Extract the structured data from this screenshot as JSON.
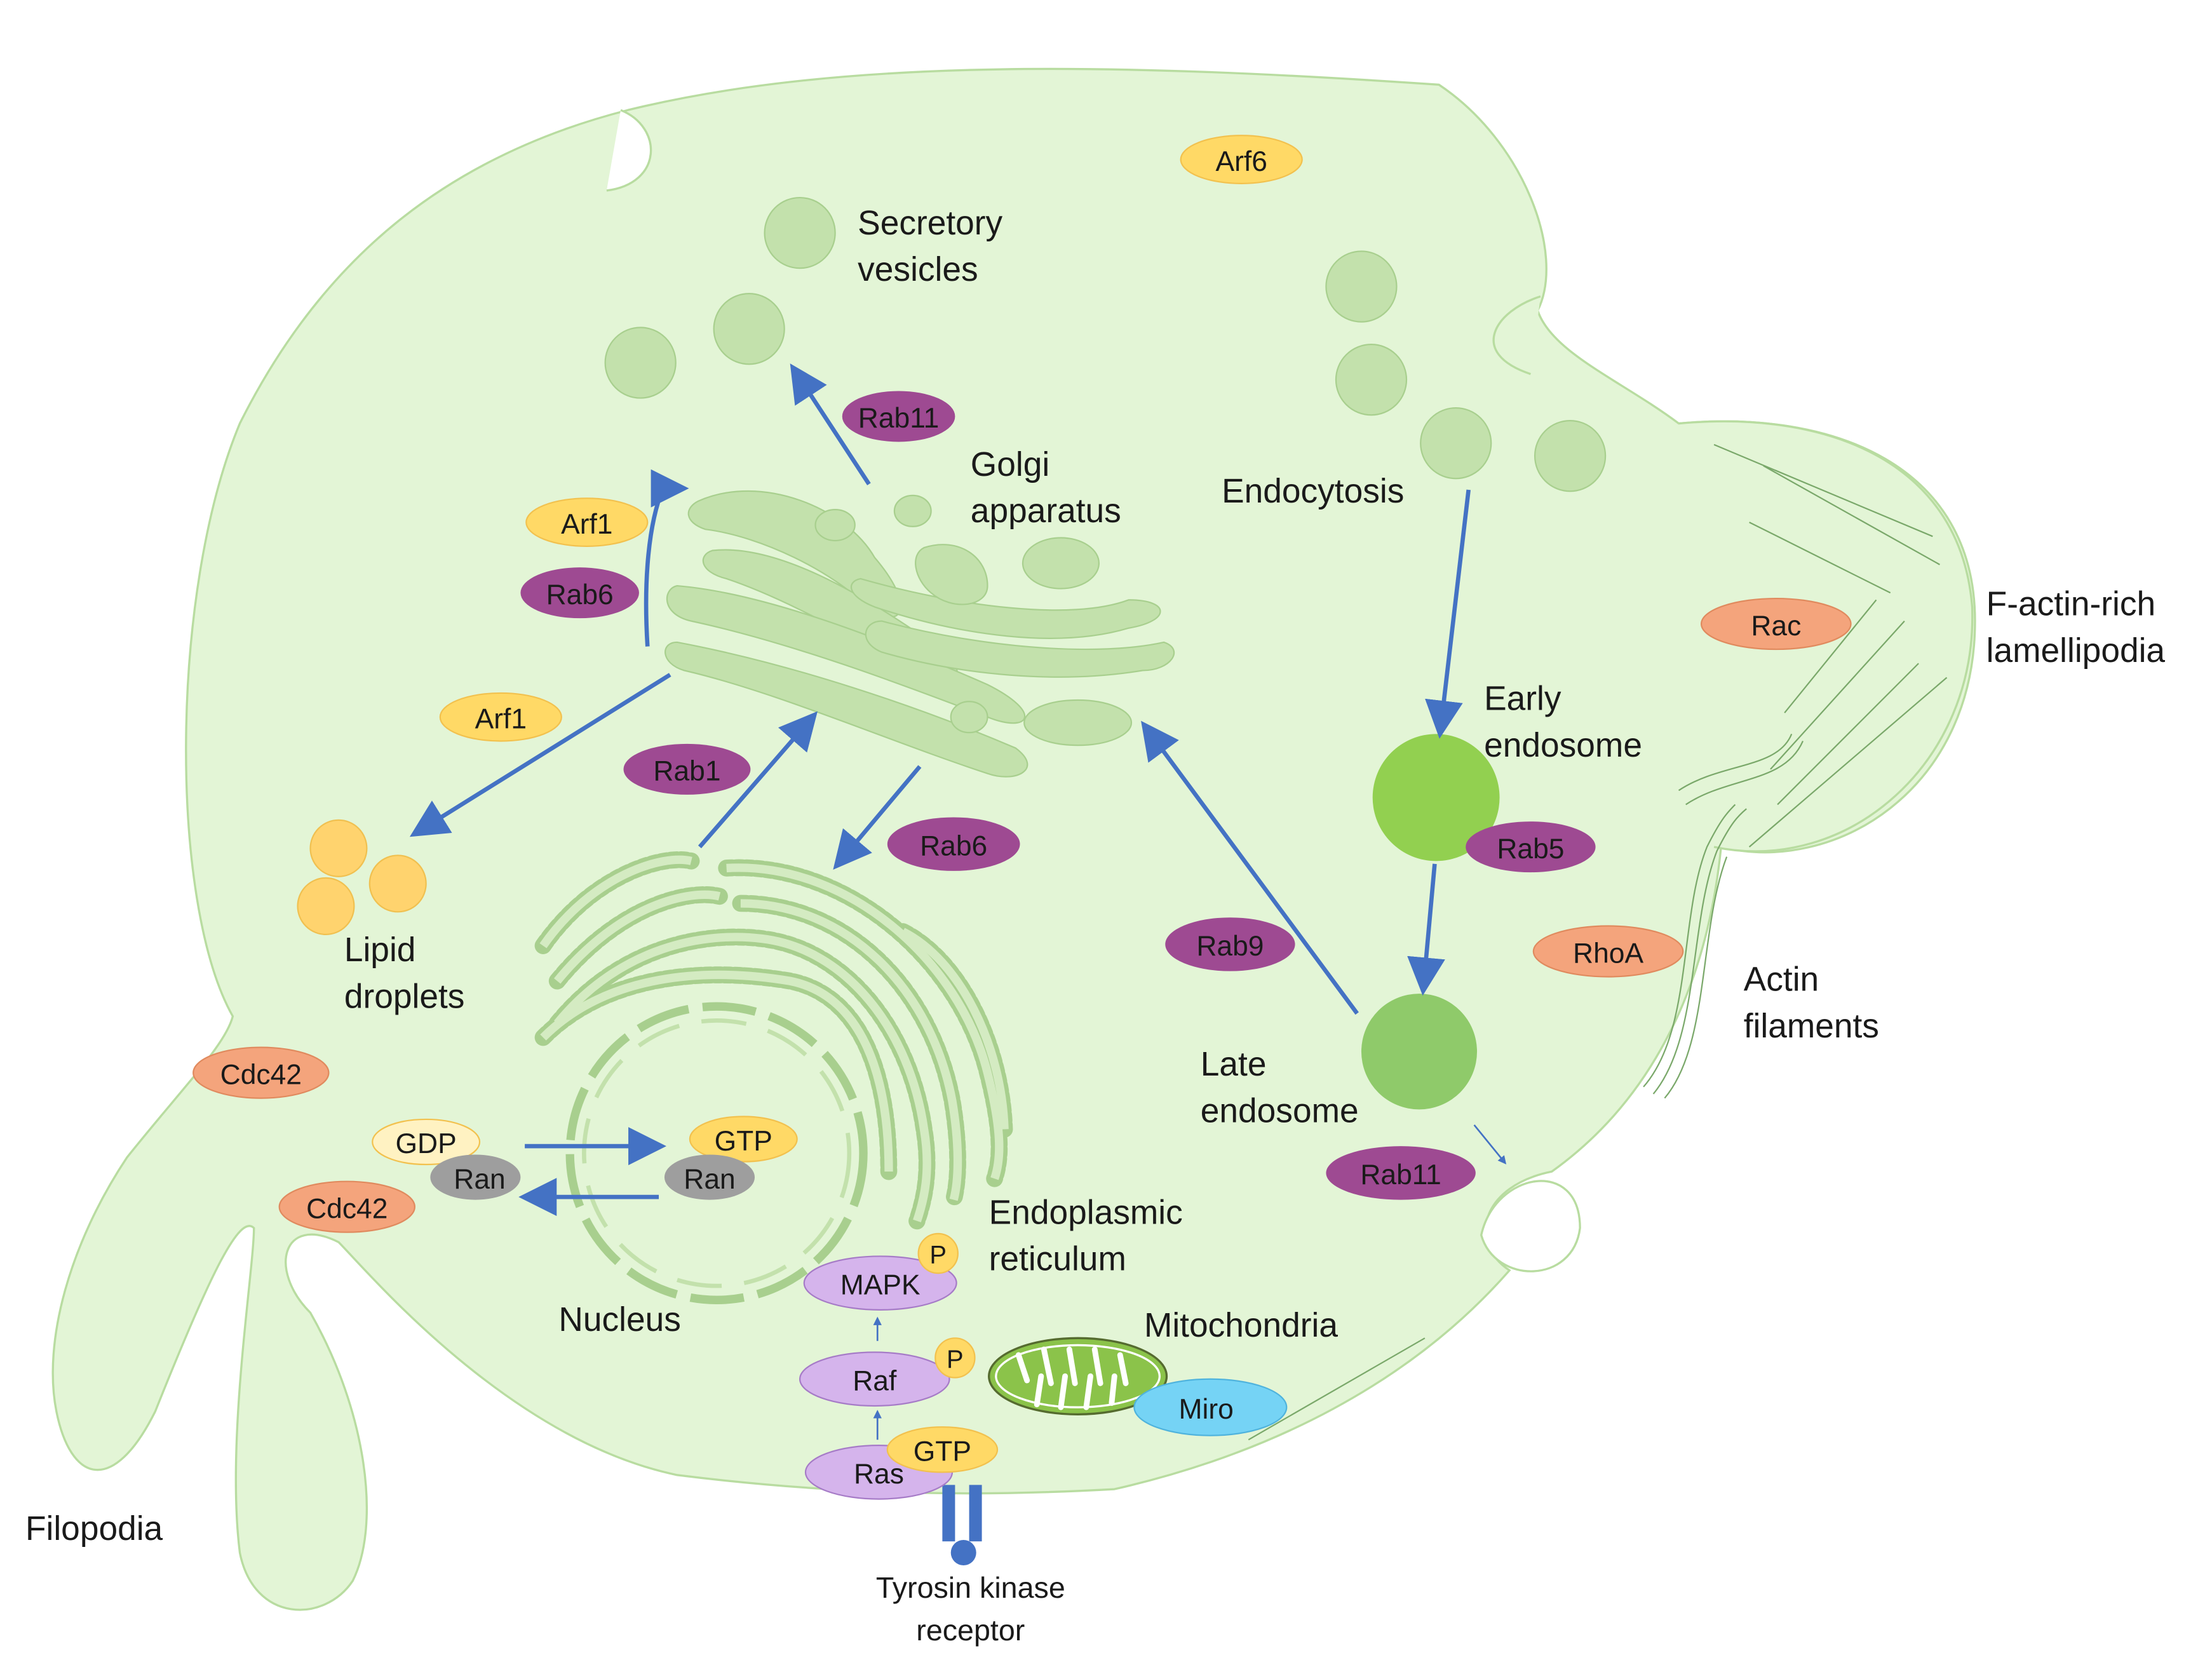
{
  "labels": {
    "secretory_vesicles": [
      "Secretory",
      "vesicles"
    ],
    "golgi": [
      "Golgi",
      "apparatus"
    ],
    "endocytosis": "Endocytosis",
    "factin": [
      "F-actin-rich",
      "lamellipodia"
    ],
    "early_endosome": [
      "Early",
      "endosome"
    ],
    "late_endosome": [
      "Late",
      "endosome"
    ],
    "lipid_droplets": [
      "Lipid",
      "droplets"
    ],
    "actin_filaments": [
      "Actin",
      "filaments"
    ],
    "er": [
      "Endoplasmic",
      "reticulum"
    ],
    "nucleus": "Nucleus",
    "mitochondria": "Mitochondria",
    "filopodia": "Filopodia",
    "receptor": [
      "Tyrosin kinase",
      "receptor"
    ]
  },
  "proteins": {
    "arf6": "Arf6",
    "rab11_golgi": "Rab11",
    "arf1_upper": "Arf1",
    "rab6_upper": "Rab6",
    "arf1_lower": "Arf1",
    "rab1": "Rab1",
    "rab6_lower": "Rab6",
    "rac": "Rac",
    "rab5": "Rab5",
    "rab9": "Rab9",
    "rhoa": "RhoA",
    "rab11_late": "Rab11",
    "cdc42_upper": "Cdc42",
    "cdc42_lower": "Cdc42",
    "gdp": "GDP",
    "ran_left": "Ran",
    "gtp_ran": "GTP",
    "ran_right": "Ran",
    "mapk": "MAPK",
    "p_mapk": "P",
    "raf": "Raf",
    "p_raf": "P",
    "ras": "Ras",
    "gtp_ras": "GTP",
    "miro": "Miro"
  },
  "colors": {
    "cell_fill": "#e3f5d6",
    "cell_stroke": "#b8dca0",
    "organelle": "#c3e1ac",
    "organelle_stroke": "#a8cf8e",
    "arrow": "#4472c4",
    "yellow": "#ffd966",
    "purple": "#9e4a92",
    "orange": "#f4a47c",
    "lavender": "#d5b4ec",
    "gray": "#9e9e9e",
    "cyan": "#75d3f5",
    "early_endosome": "#92d050",
    "late_endosome": "#8fca6a",
    "lipid": "#ffd36e"
  }
}
